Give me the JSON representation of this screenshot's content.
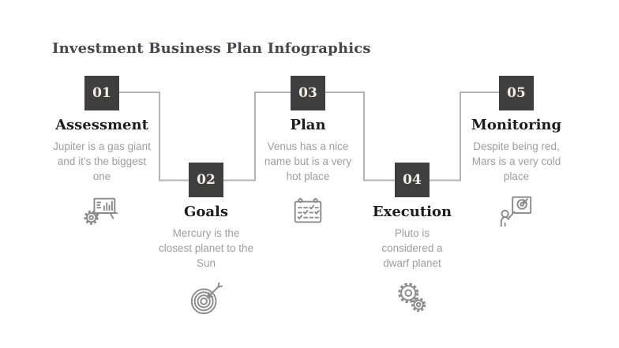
{
  "title": "Investment Business Plan Infographics",
  "colors": {
    "background": "#ffffff",
    "number_box": "#3f3f3f",
    "number_text": "#f2ede4",
    "heading_text": "#1c1c1c",
    "page_title_text": "#46464d",
    "description_text": "#9d9d9d",
    "connector": "#b4b4b4",
    "icon_stroke": "#8a8a8a"
  },
  "steps": [
    {
      "number": "01",
      "title": "Assessment",
      "description": "Jupiter is a gas giant and it’s the biggest one",
      "icon": "presentation-chart-icon",
      "row": "top"
    },
    {
      "number": "02",
      "title": "Goals",
      "description": "Mercury is the closest planet to the Sun",
      "icon": "target-dart-icon",
      "row": "bottom"
    },
    {
      "number": "03",
      "title": "Plan",
      "description": "Venus has a nice name but is a very hot place",
      "icon": "calendar-checklist-icon",
      "row": "top"
    },
    {
      "number": "04",
      "title": "Execution",
      "description": "Pluto is considered a dwarf planet",
      "icon": "gears-icon",
      "row": "bottom"
    },
    {
      "number": "05",
      "title": "Monitoring",
      "description": "Despite being red, Mars is a very cold place",
      "icon": "presenter-board-icon",
      "row": "top"
    }
  ]
}
